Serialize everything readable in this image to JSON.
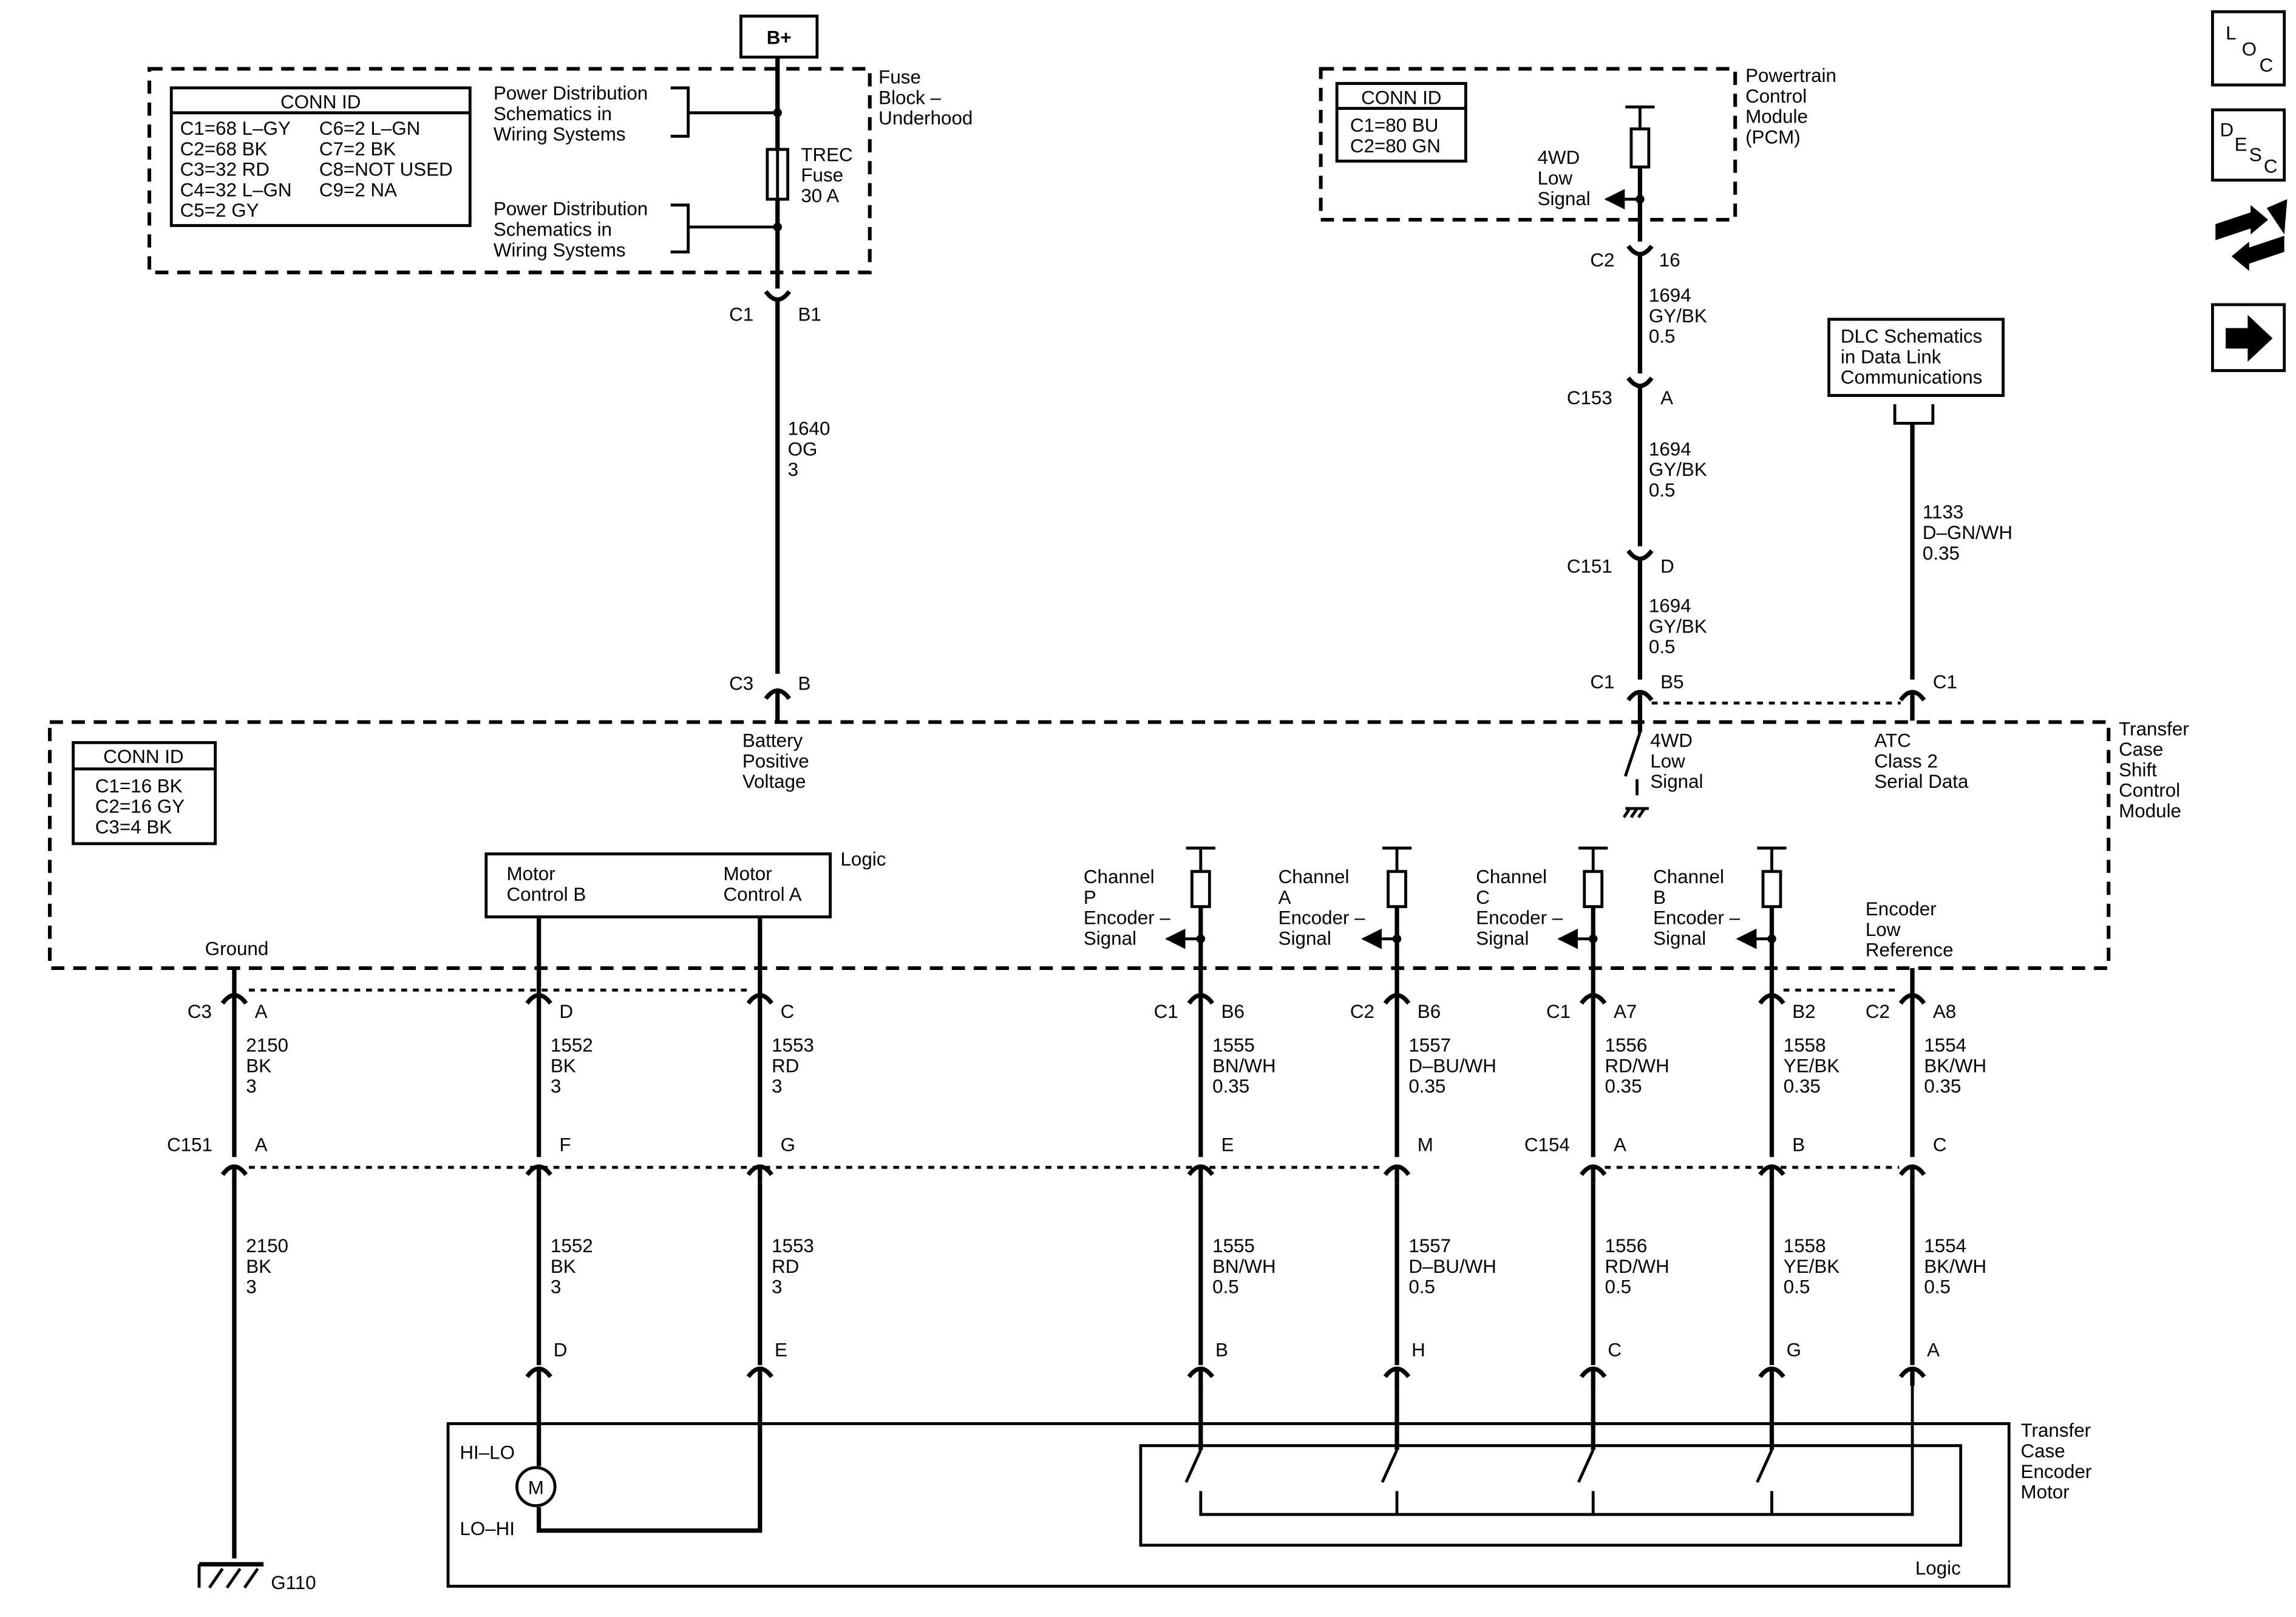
{
  "bplus": "B+",
  "nav_icons": [
    {
      "name": "location-icon",
      "letters": [
        "L",
        "O",
        "C"
      ]
    },
    {
      "name": "description-icon",
      "letters": [
        "D",
        "E",
        "S",
        "C"
      ]
    },
    {
      "name": "diagnostic-wrench-icon",
      "letters": []
    },
    {
      "name": "next-arrow-icon",
      "letters": []
    }
  ],
  "fuse_block": {
    "title": [
      "Fuse",
      "Block –",
      "Underhood"
    ],
    "conn_id": {
      "header": "CONN ID",
      "left": [
        "C1=68 L–GY",
        "C2=68 BK",
        "C3=32 RD",
        "C4=32 L–GN",
        "C5=2 GY"
      ],
      "right": [
        "C6=2 L–GN",
        "C7=2 BK",
        "C8=NOT USED",
        "C9=2 NA"
      ]
    },
    "power_dist_1": [
      "Power Distribution",
      "Schematics in",
      "Wiring Systems"
    ],
    "power_dist_2": [
      "Power Distribution",
      "Schematics in",
      "Wiring Systems"
    ],
    "fuse": [
      "TREC",
      "Fuse",
      "30 A"
    ]
  },
  "pcm": {
    "title": [
      "Powertrain",
      "Control",
      "Module",
      "(PCM)"
    ],
    "conn_id": {
      "header": "CONN ID",
      "lines": [
        "C1=80 BU",
        "C2=80 GN"
      ]
    },
    "signal": [
      "4WD",
      "Low",
      "Signal"
    ]
  },
  "dlc": [
    "DLC Schematics",
    "in Data Link",
    "Communications"
  ],
  "wire_labels": {
    "trec_top_conn": "C1",
    "trec_top_pin": "B1",
    "w1640": [
      "1640",
      "OG",
      "3"
    ],
    "trec_bottom_conn": "C3",
    "trec_bottom_pin": "B",
    "pcm_conn": "C2",
    "pcm_pin": "16",
    "w1694a": [
      "1694",
      "GY/BK",
      "0.5"
    ],
    "c153": "C153",
    "c153_pin": "A",
    "w1694b": [
      "1694",
      "GY/BK",
      "0.5"
    ],
    "c151_top": "C151",
    "c151_top_pin": "D",
    "w1694c": [
      "1694",
      "GY/BK",
      "0.5"
    ],
    "tccm_c1": "C1",
    "tccm_b5": "B5",
    "w1133": [
      "1133",
      "D–GN/WH",
      "0.35"
    ],
    "dlc_c1": "C1"
  },
  "tccm": {
    "title": [
      "Transfer",
      "Case",
      "Shift",
      "Control",
      "Module"
    ],
    "conn_id": {
      "header": "CONN ID",
      "lines": [
        "C1=16 BK",
        "C2=16 GY",
        "C3=4 BK"
      ]
    },
    "battery": [
      "Battery",
      "Positive",
      "Voltage"
    ],
    "low_signal": [
      "4WD",
      "Low",
      "Signal"
    ],
    "atc": [
      "ATC",
      "Class 2",
      "Serial Data"
    ],
    "logic": "Logic",
    "motor_b": [
      "Motor",
      "Control B"
    ],
    "motor_a": [
      "Motor",
      "Control A"
    ],
    "ground": "Ground",
    "ch_p": [
      "Channel",
      "P",
      "Encoder –",
      "Signal"
    ],
    "ch_a": [
      "Channel",
      "A",
      "Encoder –",
      "Signal"
    ],
    "ch_c": [
      "Channel",
      "C",
      "Encoder –",
      "Signal"
    ],
    "ch_b": [
      "Channel",
      "B",
      "Encoder –",
      "Signal"
    ],
    "enc_low": [
      "Encoder",
      "Low",
      "Reference"
    ]
  },
  "columns": [
    {
      "id": "gnd",
      "conn": "C3",
      "pin": "A",
      "upper": [
        "2150",
        "BK",
        "3"
      ],
      "c151": "A",
      "lower": [
        "2150",
        "BK",
        "3"
      ],
      "motor_pin": ""
    },
    {
      "id": "mcb",
      "conn": "",
      "pin": "D",
      "upper": [
        "1552",
        "BK",
        "3"
      ],
      "c151": "F",
      "lower": [
        "1552",
        "BK",
        "3"
      ],
      "motor_pin": "D"
    },
    {
      "id": "mca",
      "conn": "",
      "pin": "C",
      "upper": [
        "1553",
        "RD",
        "3"
      ],
      "c151": "G",
      "lower": [
        "1553",
        "RD",
        "3"
      ],
      "motor_pin": "E"
    },
    {
      "id": "chp",
      "conn": "C1",
      "pin": "B6",
      "upper": [
        "1555",
        "BN/WH",
        "0.35"
      ],
      "c151": "E",
      "lower": [
        "1555",
        "BN/WH",
        "0.5"
      ],
      "motor_pin": "B"
    },
    {
      "id": "cha",
      "conn": "C2",
      "pin": "B6",
      "upper": [
        "1557",
        "D–BU/WH",
        "0.35"
      ],
      "c151": "M",
      "lower": [
        "1557",
        "D–BU/WH",
        "0.5"
      ],
      "motor_pin": "H"
    },
    {
      "id": "chc",
      "conn": "C1",
      "pin": "A7",
      "upper": [
        "1556",
        "RD/WH",
        "0.35"
      ],
      "c151": "A",
      "lower": [
        "1556",
        "RD/WH",
        "0.5"
      ],
      "motor_pin": "C"
    },
    {
      "id": "chb",
      "conn": "",
      "pin": "B2",
      "upper": [
        "1558",
        "YE/BK",
        "0.35"
      ],
      "c151": "B",
      "lower": [
        "1558",
        "YE/BK",
        "0.5"
      ],
      "motor_pin": "G"
    },
    {
      "id": "enc",
      "conn": "C2",
      "pin": "A8",
      "upper": [
        "1554",
        "BK/WH",
        "0.35"
      ],
      "c151": "C",
      "lower": [
        "1554",
        "BK/WH",
        "0.5"
      ],
      "motor_pin": "A"
    }
  ],
  "inline": {
    "c151": "C151",
    "c154": "C154"
  },
  "motor": {
    "title": [
      "Transfer",
      "Case",
      "Encoder",
      "Motor"
    ],
    "hi_lo": "HI–LO",
    "lo_hi": "LO–HI",
    "m": "M",
    "logic": "Logic"
  },
  "ground_label": "G110"
}
